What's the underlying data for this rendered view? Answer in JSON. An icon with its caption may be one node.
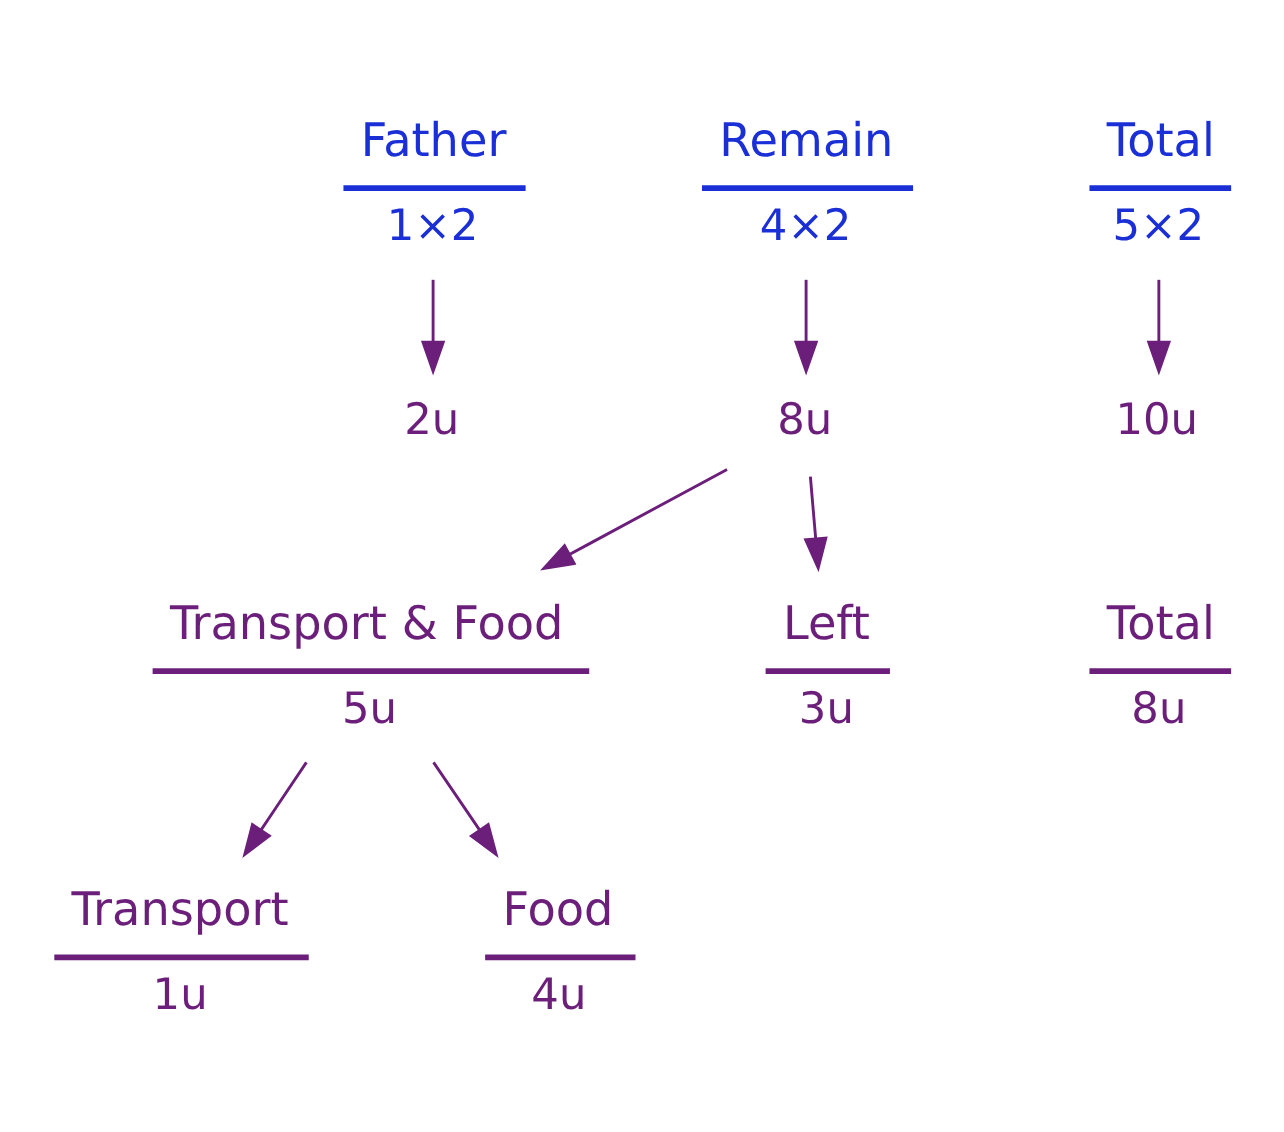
{
  "diagram": {
    "nodes": [
      {
        "text": [
          "Father",
          "1×2"
        ]
      },
      {
        "text": [
          "2u"
        ]
      },
      {
        "text": [
          "Remain",
          "4×2"
        ]
      },
      {
        "text": [
          "8u"
        ]
      },
      {
        "text": [
          "Total",
          "5×2"
        ]
      },
      {
        "text": [
          "10u"
        ]
      },
      {
        "text": [
          "Transport & Food",
          "5u"
        ]
      },
      {
        "text": [
          "Left",
          "3u"
        ]
      },
      {
        "text": [
          "Total",
          "8u"
        ]
      },
      {
        "text": [
          "Transport",
          "1u"
        ]
      },
      {
        "text": [
          "Food",
          "4u"
        ]
      }
    ],
    "edges": [
      {
        "from": 0,
        "to": 1,
        "arrow": "to"
      },
      {
        "from": 2,
        "to": 3,
        "arrow": "to"
      },
      {
        "from": 4,
        "to": 5,
        "arrow": "to"
      },
      {
        "from": 3,
        "to": 6,
        "arrow": "to"
      },
      {
        "from": 3,
        "to": 7,
        "arrow": "to"
      },
      {
        "from": 6,
        "to": 9,
        "arrow": "to"
      },
      {
        "from": 6,
        "to": 10,
        "arrow": "to"
      }
    ]
  }
}
